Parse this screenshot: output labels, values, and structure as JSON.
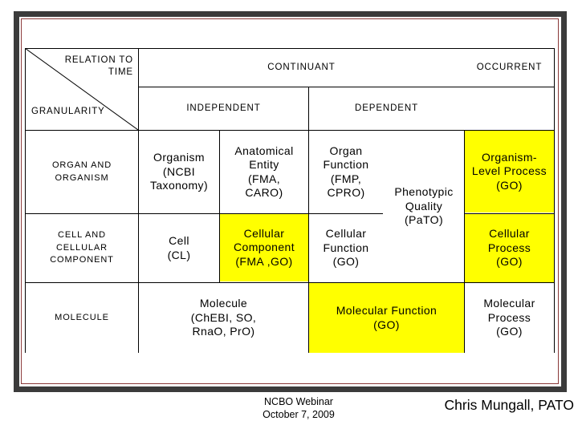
{
  "slide": {
    "colors": {
      "highlight": "#ffff00",
      "frame_outer": "#3b3b3b",
      "frame_inner": "#8b3939",
      "grid": "#000000"
    },
    "matrix": {
      "corner_top": "RELATION TO\nTIME",
      "corner_bottom": "GRANULARITY",
      "continuant": "CONTINUANT",
      "occurrent": "OCCURRENT",
      "independent": "INDEPENDENT",
      "dependent": "DEPENDENT",
      "row_organ": "ORGAN AND\nORGANISM",
      "row_cell": "CELL AND\nCELLULAR\nCOMPONENT",
      "row_molecule": "MOLECULE",
      "organism": "Organism\n(NCBI\nTaxonomy)",
      "anatomical_entity": "Anatomical\nEntity\n(FMA,\nCARO)",
      "organ_function": "Organ\nFunction\n(FMP,\nCPRO)",
      "phenotypic_quality": "Phenotypic\nQuality\n(PaTO)",
      "organism_level_process": "Organism-\nLevel Process\n(GO)",
      "cell": "Cell\n(CL)",
      "cellular_component": "Cellular\nComponent\n(FMA ,GO)",
      "cellular_function": "Cellular\nFunction\n(GO)",
      "cellular_process": "Cellular\nProcess\n(GO)",
      "molecule": "Molecule\n(ChEBI, SO,\nRnaO, PrO)",
      "molecular_function": "Molecular Function\n(GO)",
      "molecular_process": "Molecular\nProcess\n(GO)"
    },
    "footer": {
      "event": "NCBO Webinar\nOctober 7, 2009",
      "author": "Chris Mungall, PATO"
    }
  }
}
